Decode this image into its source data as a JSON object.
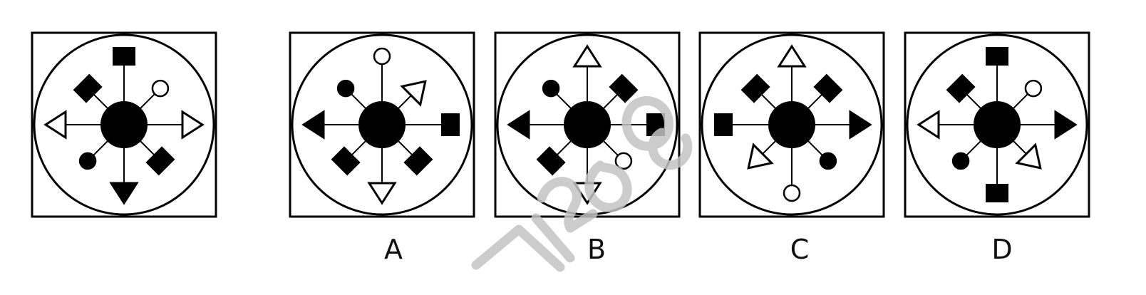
{
  "colors": {
    "stroke": "#000000",
    "fill": "#000000",
    "hollow": "#ffffff",
    "watermark": "#bdbdbd"
  },
  "question_panel": {
    "items": [
      {
        "angle": 0,
        "shape": "triangle",
        "filled": false,
        "icon": "arrow-triangle-outline"
      },
      {
        "angle": 90,
        "shape": "triangle",
        "filled": true,
        "icon": "arrow-triangle-filled"
      },
      {
        "angle": 180,
        "shape": "triangle",
        "filled": false,
        "icon": "arrow-triangle-outline"
      },
      {
        "angle": 270,
        "shape": "rect",
        "filled": true,
        "icon": "rectangle-filled"
      },
      {
        "angle": 45,
        "shape": "rect",
        "filled": true,
        "icon": "rectangle-filled"
      },
      {
        "angle": 135,
        "shape": "circle",
        "filled": true,
        "icon": "circle-filled"
      },
      {
        "angle": 225,
        "shape": "rect",
        "filled": true,
        "icon": "rectangle-filled"
      },
      {
        "angle": 315,
        "shape": "circle",
        "filled": false,
        "icon": "circle-outline"
      }
    ]
  },
  "options": [
    {
      "label": "A",
      "items": [
        {
          "angle": 0,
          "shape": "rect",
          "filled": true,
          "icon": "rectangle-filled"
        },
        {
          "angle": 90,
          "shape": "triangle",
          "filled": false,
          "icon": "arrow-triangle-outline"
        },
        {
          "angle": 180,
          "shape": "triangle",
          "filled": true,
          "icon": "arrow-triangle-filled"
        },
        {
          "angle": 270,
          "shape": "circle",
          "filled": false,
          "icon": "circle-outline"
        },
        {
          "angle": 45,
          "shape": "rect",
          "filled": true,
          "icon": "rectangle-filled"
        },
        {
          "angle": 135,
          "shape": "rect",
          "filled": true,
          "icon": "rectangle-filled"
        },
        {
          "angle": 225,
          "shape": "circle",
          "filled": true,
          "icon": "circle-filled"
        },
        {
          "angle": 315,
          "shape": "triangle",
          "filled": false,
          "icon": "arrow-triangle-outline"
        }
      ]
    },
    {
      "label": "B",
      "items": [
        {
          "angle": 0,
          "shape": "rect",
          "filled": true,
          "icon": "rectangle-filled"
        },
        {
          "angle": 90,
          "shape": "triangle",
          "filled": false,
          "icon": "arrow-triangle-outline"
        },
        {
          "angle": 180,
          "shape": "triangle",
          "filled": true,
          "icon": "arrow-triangle-filled"
        },
        {
          "angle": 270,
          "shape": "triangle",
          "filled": false,
          "icon": "arrow-triangle-outline"
        },
        {
          "angle": 45,
          "shape": "circle",
          "filled": false,
          "icon": "circle-outline"
        },
        {
          "angle": 135,
          "shape": "rect",
          "filled": true,
          "icon": "rectangle-filled"
        },
        {
          "angle": 225,
          "shape": "circle",
          "filled": true,
          "icon": "circle-filled"
        },
        {
          "angle": 315,
          "shape": "rect",
          "filled": true,
          "icon": "rectangle-filled"
        }
      ]
    },
    {
      "label": "C",
      "items": [
        {
          "angle": 0,
          "shape": "triangle",
          "filled": true,
          "icon": "arrow-triangle-filled"
        },
        {
          "angle": 90,
          "shape": "circle",
          "filled": false,
          "icon": "circle-outline"
        },
        {
          "angle": 180,
          "shape": "rect",
          "filled": true,
          "icon": "rectangle-filled"
        },
        {
          "angle": 270,
          "shape": "triangle",
          "filled": false,
          "icon": "arrow-triangle-outline"
        },
        {
          "angle": 45,
          "shape": "circle",
          "filled": true,
          "icon": "circle-filled"
        },
        {
          "angle": 135,
          "shape": "triangle",
          "filled": false,
          "icon": "arrow-triangle-outline"
        },
        {
          "angle": 225,
          "shape": "rect",
          "filled": true,
          "icon": "rectangle-filled"
        },
        {
          "angle": 315,
          "shape": "rect",
          "filled": true,
          "icon": "rectangle-filled"
        }
      ]
    },
    {
      "label": "D",
      "items": [
        {
          "angle": 0,
          "shape": "triangle",
          "filled": true,
          "icon": "arrow-triangle-filled"
        },
        {
          "angle": 90,
          "shape": "rect",
          "filled": true,
          "icon": "rectangle-filled"
        },
        {
          "angle": 180,
          "shape": "triangle",
          "filled": false,
          "icon": "arrow-triangle-outline"
        },
        {
          "angle": 270,
          "shape": "rect",
          "filled": true,
          "icon": "rectangle-filled"
        },
        {
          "angle": 45,
          "shape": "triangle",
          "filled": false,
          "icon": "arrow-triangle-outline"
        },
        {
          "angle": 135,
          "shape": "circle",
          "filled": true,
          "icon": "circle-filled"
        },
        {
          "angle": 225,
          "shape": "rect",
          "filled": true,
          "icon": "rectangle-filled"
        },
        {
          "angle": 315,
          "shape": "circle",
          "filled": false,
          "icon": "circle-outline"
        }
      ]
    }
  ]
}
